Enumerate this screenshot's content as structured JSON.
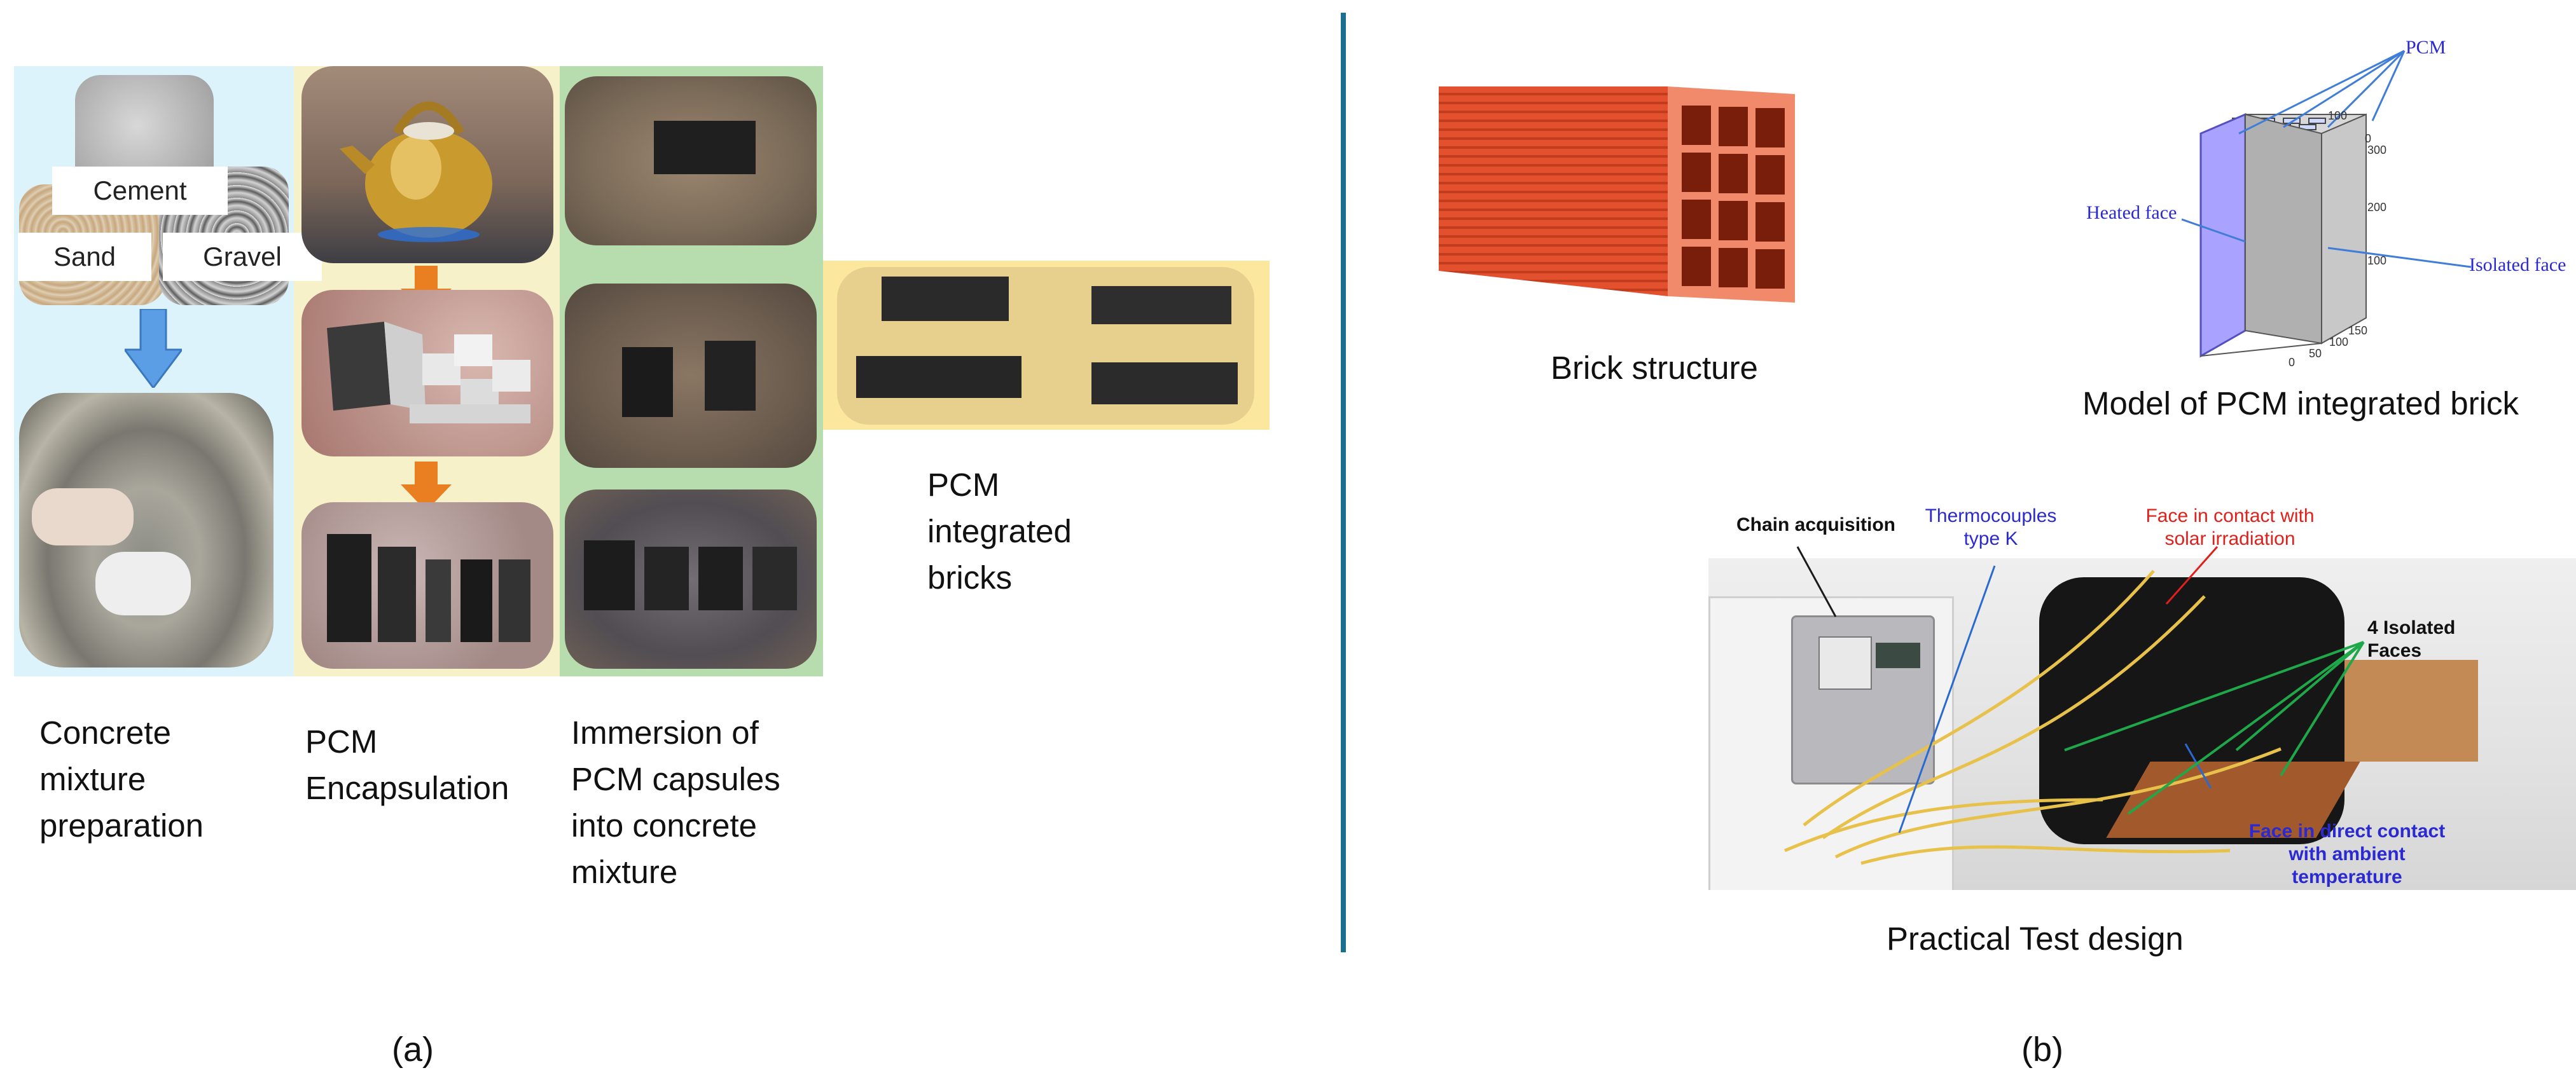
{
  "panel_a": {
    "label": "(a)",
    "mixture": {
      "cement": "Cement",
      "sand": "Sand",
      "gravel": "Gravel",
      "caption": "Concrete\nmixture\npreparation"
    },
    "encapsulation_caption": "PCM\nEncapsulation",
    "immersion_caption": "Immersion of\nPCM capsules\ninto concrete\nmixture",
    "bricks_caption": "PCM\nintegrated\nbricks"
  },
  "panel_b": {
    "label": "(b)",
    "brick_caption": "Brick structure",
    "model_caption": "Model of PCM integrated brick",
    "model_labels": {
      "pcm": "PCM",
      "heated_face": "Heated face",
      "isolated_face": "Isolated face"
    },
    "model_axis_ticks": [
      "0",
      "100",
      "200",
      "300",
      "0",
      "50",
      "100",
      "150",
      "100"
    ],
    "test_caption": "Practical Test design",
    "test_labels": {
      "chain": "Chain acquisition",
      "thermocouples": "Thermocouples\ntype K",
      "solar_face": "Face in contact with\nsolar irradiation",
      "isolated_faces": "4 Isolated\nFaces",
      "ambient_face": "Face in direct contact\nwith ambient\ntemperature"
    }
  },
  "colors": {
    "mixture_bg": "#dcf3fb",
    "encapsulation_bg": "#f6f1c8",
    "immersion_bg": "#b7dcae",
    "bricks_bg": "#fbe79d",
    "divider": "#1a6e8f",
    "arrow_blue": "#5b9ee6",
    "arrow_orange": "#ea7f21",
    "brick_red": "#e2502d",
    "model_face": "#a9a2ff",
    "model_side": "#b0b0b0",
    "wrapped_black": "#161616",
    "wire_yellow": "#e7c14a"
  }
}
